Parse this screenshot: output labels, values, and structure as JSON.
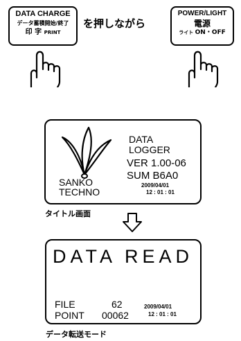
{
  "left_key": {
    "line1": "DATA CHARGE",
    "line2": "データ蓄積開始/終了",
    "line3_ja": "印 字",
    "line3_en": "PRINT"
  },
  "instruction": "を押しながら",
  "right_key": {
    "line1": "POWER/LIGHT",
    "line2": "電源",
    "line3_ja": "ライト",
    "line3_en": "ON・OFF"
  },
  "title_screen": {
    "logo_line1": "SANKO",
    "logo_line2": "TECHNO",
    "product_line1": "DATA",
    "product_line2": "LOGGER",
    "version": "VER 1.00-06",
    "checksum": "SUM B6A0",
    "date": "2009/04/01",
    "time": "12 : 01 : 01",
    "caption": "タイトル画面"
  },
  "transfer_screen": {
    "header": "DATA READ",
    "file_label": "FILE",
    "file_value": "62",
    "point_label": "POINT",
    "point_value": "00062",
    "date": "2009/04/01",
    "time": "12 : 01 : 01",
    "caption": "データ転送モード"
  },
  "icons": {
    "finger": "pointing-hand-icon",
    "arrow": "down-arrow-icon",
    "logo": "sanko-leaf-logo-icon"
  }
}
